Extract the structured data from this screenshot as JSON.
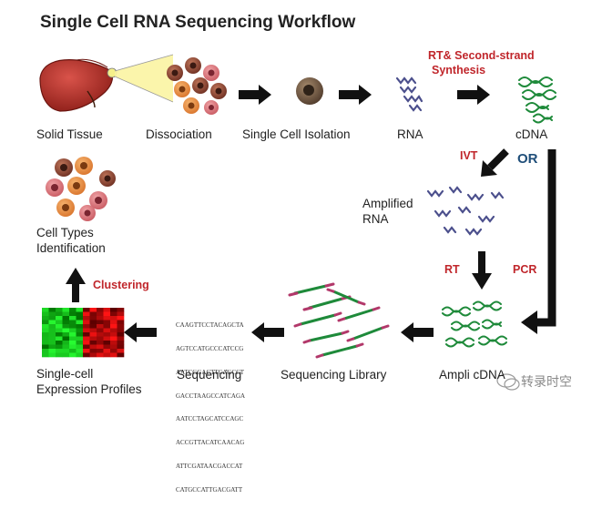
{
  "title": "Single Cell RNA Sequencing Workflow",
  "steps": {
    "solid_tissue": "Solid Tissue",
    "dissociation": "Dissociation",
    "single_cell_isolation": "Single Cell Isolation",
    "rna": "RNA",
    "cdna": "cDNA",
    "amplified_rna_1": "Amplified",
    "amplified_rna_2": "RNA",
    "amplified_cdna": "Ampli   cDNA",
    "sequencing_library": "Sequencing Library",
    "sequencing": "Sequencing",
    "profiles_1": "Single-cell",
    "profiles_2": "Expression Profiles",
    "cell_types_1": "Cell Types",
    "cell_types_2": "Identification"
  },
  "annotations": {
    "rt_second_1": "RT& Second-strand",
    "rt_second_2": "Synthesis",
    "ivt": "IVT",
    "or": "OR",
    "rt": "RT",
    "pcr": "PCR",
    "clustering": "Clustering"
  },
  "sequence_lines": [
    "CAAGTTCCTACAGCTA",
    "AGTCCATGCCCATCCG",
    "AATCGGACTTCAGCCT",
    "GACCTAAGCCATCAGA",
    "AATCCTAGCATCCAGC",
    "ACCGTTACATCAACAG",
    "ATTCGATAACGACCAT",
    "CATGCCATTGACGATT"
  ],
  "watermark": "转录时空",
  "colors": {
    "accent_red": "#c0262b",
    "accent_blue": "#1f4e79",
    "dna_green": "#1e8a3a",
    "rna_purple": "#4b4f8c",
    "liver": "#b5322a",
    "arrow": "#111111"
  }
}
